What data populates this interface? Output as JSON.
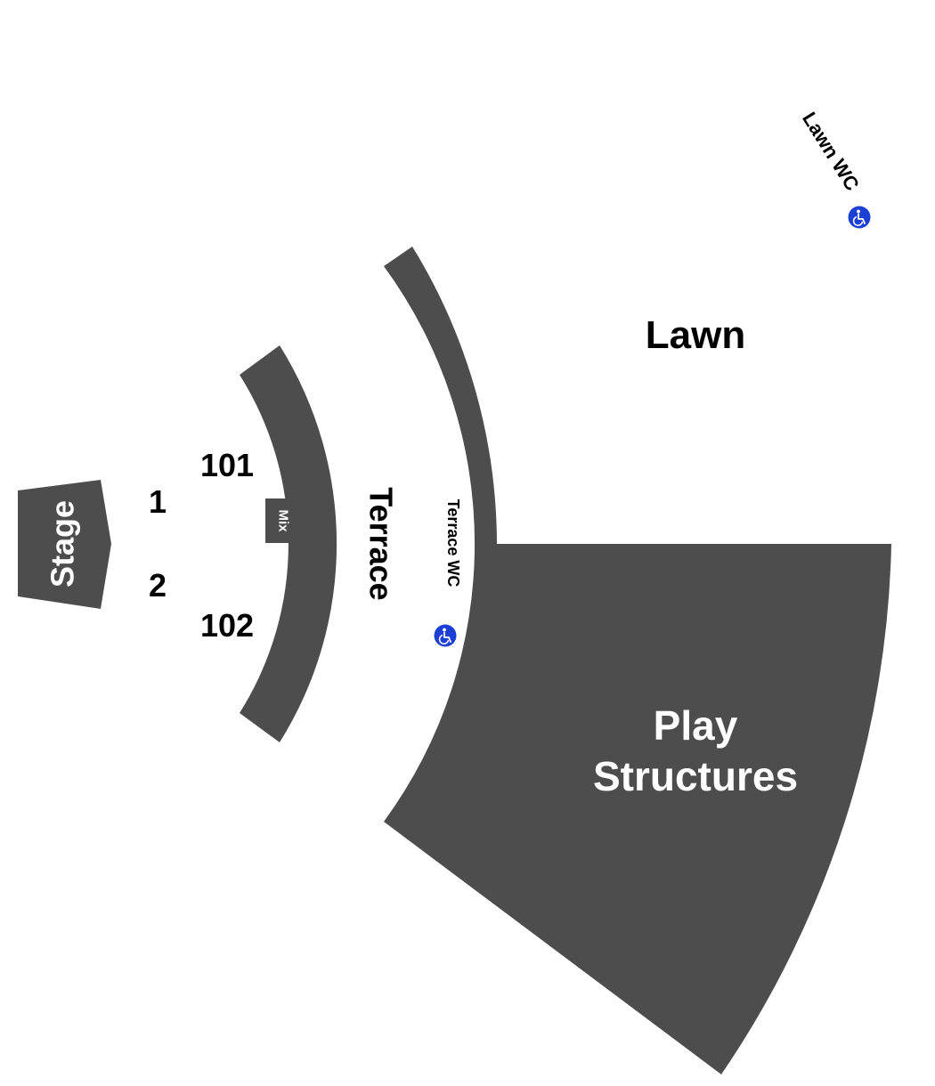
{
  "colors": {
    "section_fill": "#4d4d4d",
    "accessible_icon_fill": "#1c3fd6",
    "background": "#ffffff"
  },
  "sections": {
    "stage": "Stage",
    "pit_1": "1",
    "pit_2": "2",
    "section_101": "101",
    "section_102": "102",
    "mix": "Mix",
    "terrace": "Terrace",
    "terrace_wc": "Terrace WC",
    "lawn": "Lawn",
    "lawn_wc": "Lawn WC",
    "play_structures_line1": "Play",
    "play_structures_line2": "Structures"
  },
  "icons": {
    "accessible": "wheelchair-accessible-icon"
  }
}
